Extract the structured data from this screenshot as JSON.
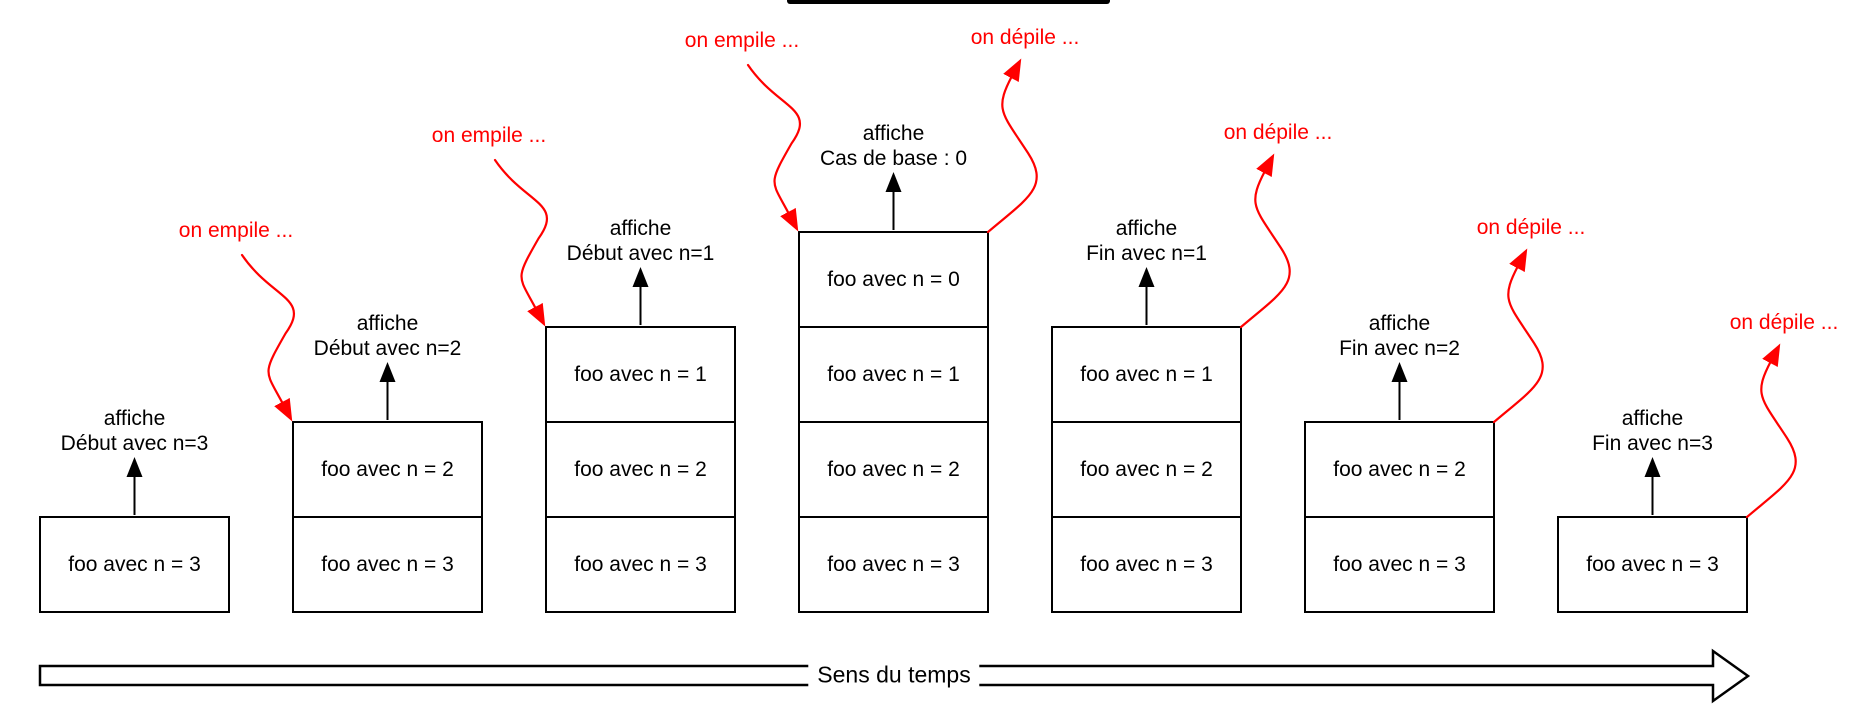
{
  "diagram": {
    "accent_color": "#ff0000",
    "line_color": "#000000",
    "has_cropped_title_edge_top": true,
    "timeline": {
      "label": "Sens du temps"
    },
    "stacks": [
      {
        "caption": [
          "affiche",
          "Début avec n=3"
        ],
        "frames": [
          "foo avec n = 3"
        ]
      },
      {
        "caption": [
          "affiche",
          "Début avec n=2"
        ],
        "frames": [
          "foo avec n = 2",
          "foo avec n = 3"
        ]
      },
      {
        "caption": [
          "affiche",
          "Début avec n=1"
        ],
        "frames": [
          "foo avec n = 1",
          "foo avec n = 2",
          "foo avec n = 3"
        ]
      },
      {
        "caption": [
          "affiche",
          "Cas de base : 0"
        ],
        "frames": [
          "foo avec n = 0",
          "foo avec n = 1",
          "foo avec n = 2",
          "foo avec n = 3"
        ]
      },
      {
        "caption": [
          "affiche",
          "Fin avec n=1"
        ],
        "frames": [
          "foo avec n = 1",
          "foo avec n = 2",
          "foo avec n = 3"
        ]
      },
      {
        "caption": [
          "affiche",
          "Fin avec n=2"
        ],
        "frames": [
          "foo avec n = 2",
          "foo avec n = 3"
        ]
      },
      {
        "caption": [
          "affiche",
          "Fin avec n=3"
        ],
        "frames": [
          "foo avec n = 3"
        ]
      }
    ],
    "annotations": [
      {
        "text": "on empile ...",
        "kind": "push",
        "target_stack": 1
      },
      {
        "text": "on empile ...",
        "kind": "push",
        "target_stack": 2
      },
      {
        "text": "on empile ...",
        "kind": "push",
        "target_stack": 3
      },
      {
        "text": "on dépile ...",
        "kind": "pop",
        "source_stack": 3
      },
      {
        "text": "on dépile ...",
        "kind": "pop",
        "source_stack": 4
      },
      {
        "text": "on dépile ...",
        "kind": "pop",
        "source_stack": 5
      },
      {
        "text": "on dépile ...",
        "kind": "pop",
        "source_stack": 6
      }
    ]
  }
}
